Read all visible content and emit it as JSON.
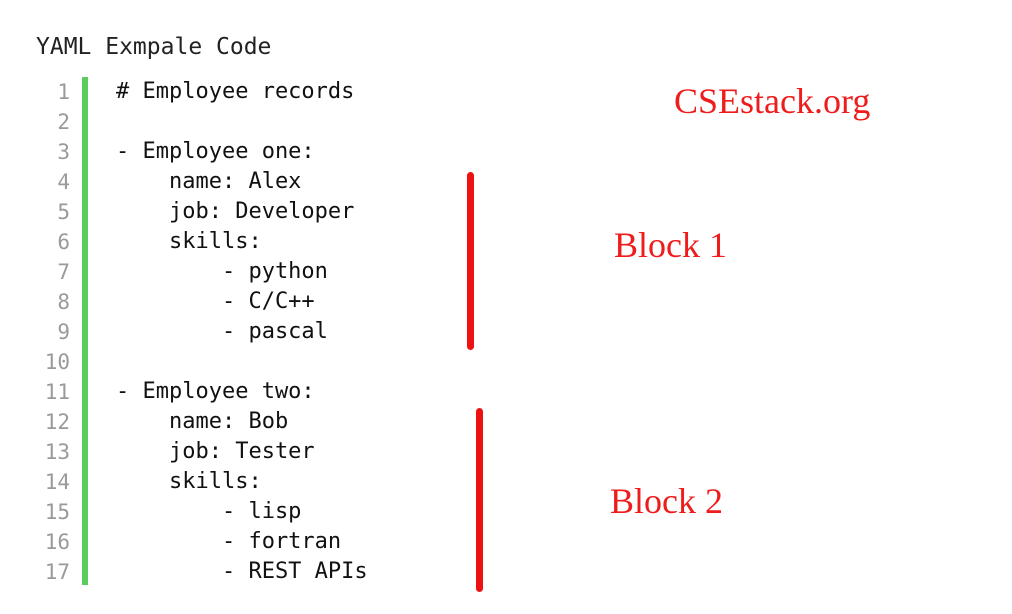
{
  "title": "YAML Exmpale Code",
  "brand": "CSEstack.org",
  "line_numbers": [
    "1",
    "2",
    "3",
    "4",
    "5",
    "6",
    "7",
    "8",
    "9",
    "10",
    "11",
    "12",
    "13",
    "14",
    "15",
    "16",
    "17"
  ],
  "code_lines": [
    "# Employee records",
    "",
    "- Employee one:",
    "    name: Alex",
    "    job: Developer",
    "    skills:",
    "        - python",
    "        - C/C++",
    "        - pascal",
    "",
    "- Employee two:",
    "    name: Bob",
    "    job: Tester",
    "    skills:",
    "        - lisp",
    "        - fortran",
    "        - REST APIs"
  ],
  "annotations": {
    "block1_label": "Block 1",
    "block2_label": "Block 2"
  },
  "colors": {
    "gutter_bar": "#5ccd5c",
    "annotation": "#ee1c1c",
    "line_number": "#9a9a9a",
    "code_text": "#111111"
  }
}
